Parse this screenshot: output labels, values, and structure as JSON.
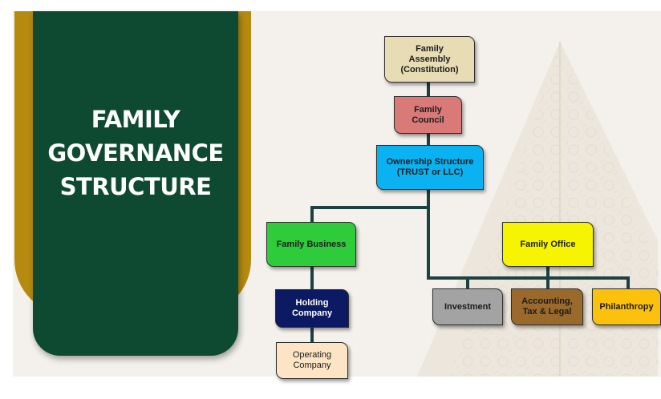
{
  "title": {
    "line1": "FAMILY",
    "line2": "GOVERNANCE",
    "line3": "STRUCTURE"
  },
  "diagram": {
    "nodes": {
      "family_assembly": {
        "label": "Family\nAssembly\n(Constitution)",
        "color": "#e8dcb5"
      },
      "family_council": {
        "label": "Family\nCouncil",
        "color": "#d97a78"
      },
      "ownership_structure": {
        "label": "Ownership Structure\n(TRUST or LLC)",
        "color": "#0bb2f2"
      },
      "family_business": {
        "label": "Family Business",
        "color": "#2ecc3b"
      },
      "family_office": {
        "label": "Family Office",
        "color": "#f6f400"
      },
      "holding_company": {
        "label": "Holding\nCompany",
        "color": "#0c1a63",
        "text_color": "#ffffff"
      },
      "operating_company": {
        "label": "Operating\nCompany",
        "color": "#fce4c4"
      },
      "investment": {
        "label": "Investment",
        "color": "#a3a3a3"
      },
      "accounting_tax_legal": {
        "label": "Accounting,\nTax & Legal",
        "color": "#9a6a2c"
      },
      "philanthropy": {
        "label": "Philanthropy",
        "color": "#fcc10c"
      }
    },
    "edges": [
      [
        "family_assembly",
        "family_council"
      ],
      [
        "family_council",
        "ownership_structure"
      ],
      [
        "ownership_structure",
        "family_business"
      ],
      [
        "ownership_structure",
        "investment"
      ],
      [
        "family_office",
        "investment"
      ],
      [
        "family_office",
        "accounting_tax_legal"
      ],
      [
        "family_office",
        "philanthropy"
      ],
      [
        "family_business",
        "holding_company"
      ],
      [
        "holding_company",
        "operating_company"
      ]
    ],
    "line_color": "#1c4142"
  }
}
